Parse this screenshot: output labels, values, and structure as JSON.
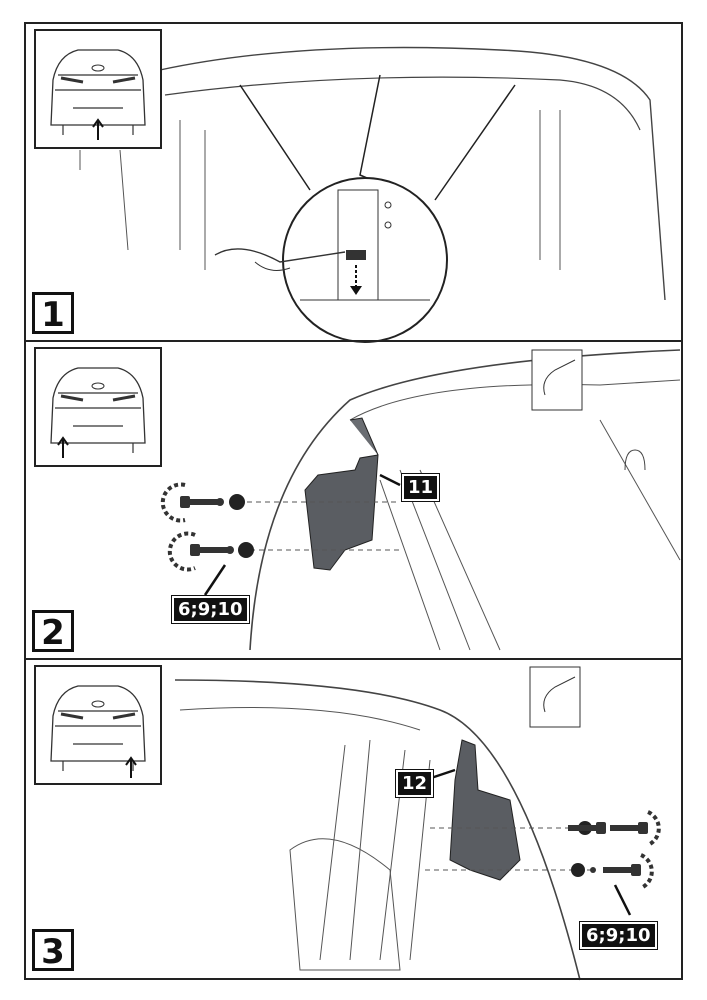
{
  "steps": [
    {
      "number": "1"
    },
    {
      "number": "2",
      "labels": {
        "part": "11",
        "fasteners": "6;9;10"
      }
    },
    {
      "number": "3",
      "labels": {
        "part": "12",
        "fasteners": "6;9;10"
      }
    }
  ],
  "colors": {
    "line": "#333333",
    "part": "#5a5d62",
    "label_bg": "#111111"
  }
}
